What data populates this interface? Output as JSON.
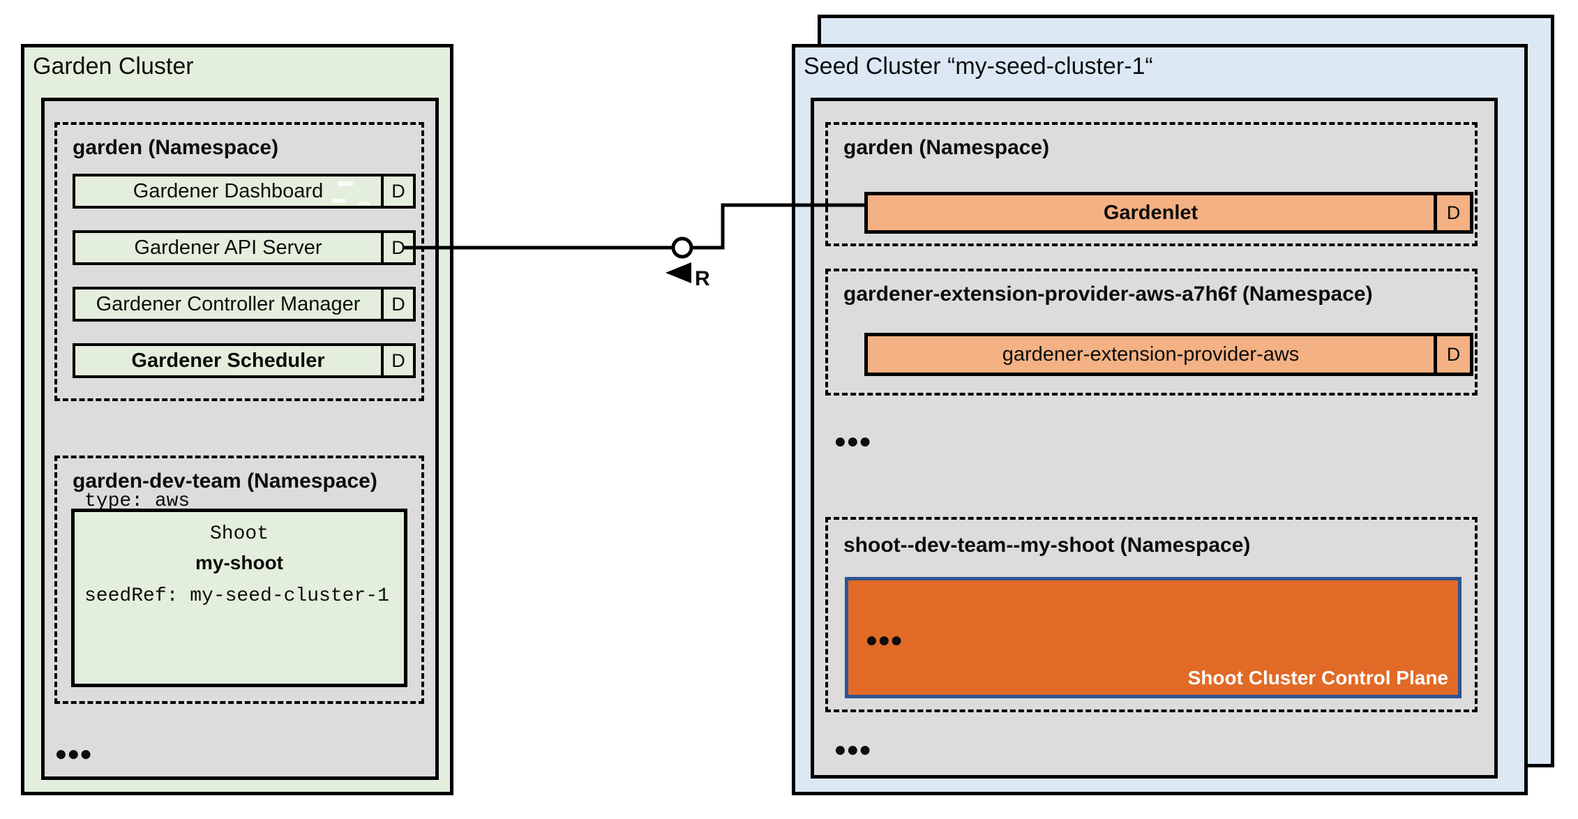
{
  "garden_cluster": {
    "title": "Garden Cluster",
    "garden_namespace": {
      "label": "garden (Namespace)",
      "components": [
        {
          "name": "Gardener Dashboard",
          "badge": "D"
        },
        {
          "name": "Gardener API Server",
          "badge": "D"
        },
        {
          "name": "Gardener Controller Manager",
          "badge": "D"
        },
        {
          "name": "Gardener Scheduler",
          "badge": "D"
        }
      ]
    },
    "dev_namespace": {
      "label": "garden-dev-team (Namespace)",
      "shoot": {
        "kind": "Shoot",
        "name": "my-shoot",
        "spec_line_1": "type: aws",
        "spec_line_2": "seedRef: my-seed-cluster-1"
      }
    },
    "more": "●●●"
  },
  "connector": {
    "interface_label": "R"
  },
  "seed_cluster": {
    "title": "Seed Cluster “my-seed-cluster-1“",
    "garden_namespace": {
      "label": "garden (Namespace)",
      "component": {
        "name": "Gardenlet",
        "badge": "D"
      }
    },
    "extension_namespace": {
      "label": "gardener-extension-provider-aws-a7h6f (Namespace)",
      "component": {
        "name": "gardener-extension-provider-aws",
        "badge": "D"
      }
    },
    "more_1": "●●●",
    "shoot_namespace": {
      "label": "shoot--dev-team--my-shoot (Namespace)",
      "control_plane": {
        "label": "Shoot Cluster Control Plane",
        "more": "●●●"
      }
    },
    "more_2": "●●●"
  },
  "colors": {
    "garden_green": "#e3efdc",
    "seed_blue": "#dce9f5",
    "namespace_gray": "#dcdcdc",
    "component_orange": "#f4b183",
    "control_plane_orange": "#e16a26",
    "control_plane_border": "#2f5491"
  }
}
